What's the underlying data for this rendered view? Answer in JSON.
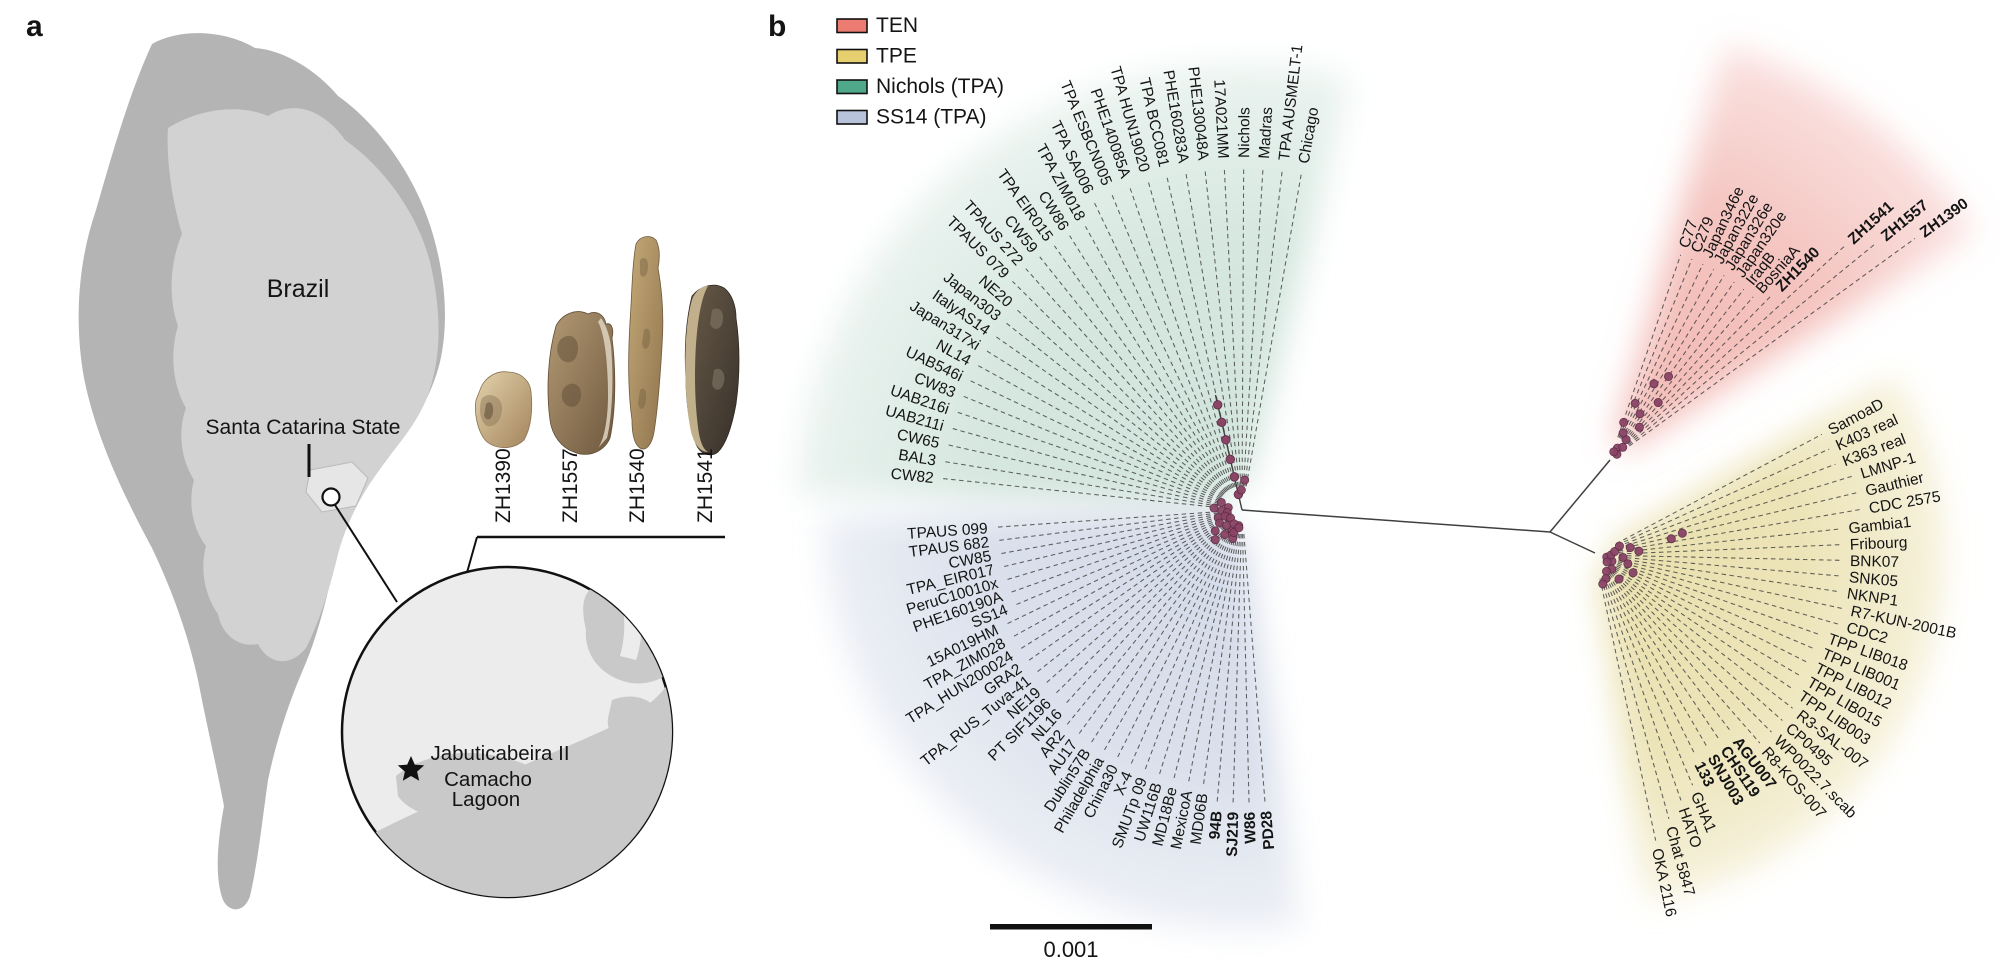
{
  "panels": {
    "a": {
      "letter": "a"
    },
    "b": {
      "letter": "b"
    }
  },
  "map": {
    "country": "Brazil",
    "state": "Santa Catarina State",
    "site": "Jabuticabeira II",
    "lagoon": [
      "Camacho",
      "Lagoon"
    ]
  },
  "samples": [
    {
      "id": "ZH1390"
    },
    {
      "id": "ZH1557"
    },
    {
      "id": "ZH1540"
    },
    {
      "id": "ZH1541"
    }
  ],
  "legend": [
    {
      "label": "TEN",
      "color": "#ec7b71",
      "clade": "ten"
    },
    {
      "label": "TPE",
      "color": "#e6cf6e",
      "clade": "tpe"
    },
    {
      "label": "Nichols (TPA)",
      "color": "#4fa88a",
      "clade": "nichols"
    },
    {
      "label": "SS14 (TPA)",
      "color": "#b6c3db",
      "clade": "ss14"
    }
  ],
  "scale_bar_label": "0.001",
  "tree": {
    "node_dot_color": "#8a4466",
    "clades": [
      {
        "id": "nichols",
        "name": "Nichols (TPA)",
        "wedge_color": "#cfe3da",
        "tips": [
          {
            "label": "CW82"
          },
          {
            "label": "BAL3"
          },
          {
            "label": "CW65"
          },
          {
            "label": "UAB211i"
          },
          {
            "label": "UAB216i"
          },
          {
            "label": "CW83"
          },
          {
            "label": "UAB546i"
          },
          {
            "label": "NL14"
          },
          {
            "label": "Japan317xi"
          },
          {
            "label": "ItalyAS14"
          },
          {
            "label": "Japan303"
          },
          {
            "label": "NE20"
          },
          {
            "label": "TPAUS 079"
          },
          {
            "label": "TPAUS 272"
          },
          {
            "label": "CW59"
          },
          {
            "label": "TPA EIR015"
          },
          {
            "label": "CW86"
          },
          {
            "label": "TPA ZIM018"
          },
          {
            "label": "TPA SA006"
          },
          {
            "label": "TPA ESBCN005"
          },
          {
            "label": "PHE140085A"
          },
          {
            "label": "TPA HUN19020"
          },
          {
            "label": "TPA BCC081"
          },
          {
            "label": "PHE160283A"
          },
          {
            "label": "PHE130048A"
          },
          {
            "label": "17A021MM"
          },
          {
            "label": "Nichols"
          },
          {
            "label": "Madras"
          },
          {
            "label": "TPA AUSMELT-1"
          },
          {
            "label": "Chicago"
          }
        ]
      },
      {
        "id": "ss14",
        "name": "SS14 (TPA)",
        "wedge_color": "#d3dae8",
        "tips": [
          {
            "label": "TPAUS 099"
          },
          {
            "label": "TPAUS 682"
          },
          {
            "label": "CW85"
          },
          {
            "label": "TPA_EIR017"
          },
          {
            "label": "PeruC10010x"
          },
          {
            "label": "PHE160190A"
          },
          {
            "label": "SS14"
          },
          {
            "label": "15A019HM"
          },
          {
            "label": "TPA_ZIM028"
          },
          {
            "label": "TPA_HUN200024"
          },
          {
            "label": "GRA2"
          },
          {
            "label": "TPA_RUS_Tuva-41"
          },
          {
            "label": "NE19"
          },
          {
            "label": "PT SIF1196"
          },
          {
            "label": "NL16"
          },
          {
            "label": "AR2"
          },
          {
            "label": "AU17"
          },
          {
            "label": "Dublin57B"
          },
          {
            "label": "Philadelphia"
          },
          {
            "label": "China30"
          },
          {
            "label": "X-4"
          },
          {
            "label": "SMUTp 09"
          },
          {
            "label": "UW116B"
          },
          {
            "label": "MD18Be"
          },
          {
            "label": "MexicoA"
          },
          {
            "label": "MD06B"
          },
          {
            "label": "94B",
            "bold": true
          },
          {
            "label": "SJ219",
            "bold": true
          },
          {
            "label": "W86",
            "bold": true
          },
          {
            "label": "PD28",
            "bold": true
          }
        ]
      },
      {
        "id": "ten",
        "name": "TEN",
        "wedge_color": "#f2b8b3",
        "tips": [
          {
            "label": "C77"
          },
          {
            "label": "C279"
          },
          {
            "label": "Japan346e"
          },
          {
            "label": "Japan322e"
          },
          {
            "label": "Japan326e"
          },
          {
            "label": "Japan320e"
          },
          {
            "label": "IraqB"
          },
          {
            "label": "BosniaA"
          },
          {
            "label": "ZH1540",
            "bold": true
          },
          {
            "label": "ZH1541",
            "bold": true
          },
          {
            "label": "ZH1557",
            "bold": true
          },
          {
            "label": "ZH1390",
            "bold": true
          }
        ]
      },
      {
        "id": "tpe",
        "name": "TPE",
        "wedge_color": "#e9dfab",
        "tips": [
          {
            "label": "SamoaD"
          },
          {
            "label": "K403 real"
          },
          {
            "label": "K363 real"
          },
          {
            "label": "LMNP-1"
          },
          {
            "label": "Gauthier"
          },
          {
            "label": "CDC 2575"
          },
          {
            "label": "Gambia1"
          },
          {
            "label": "Fribourg"
          },
          {
            "label": "BNK07"
          },
          {
            "label": "SNK05"
          },
          {
            "label": "NKNP1"
          },
          {
            "label": "R7-KUN-2001B"
          },
          {
            "label": "CDC2"
          },
          {
            "label": "TPP LIB018"
          },
          {
            "label": "TPP LIB001"
          },
          {
            "label": "TPP LIB012"
          },
          {
            "label": "TPP LIB015"
          },
          {
            "label": "TPP LIB003"
          },
          {
            "label": "R3-SAL-007"
          },
          {
            "label": "CP0495"
          },
          {
            "label": "WP0022.7.scab"
          },
          {
            "label": "R8-KOS-007"
          },
          {
            "label": "AGU007",
            "bold": true
          },
          {
            "label": "CHS119",
            "bold": true
          },
          {
            "label": "SNJ003",
            "bold": true
          },
          {
            "label": "133",
            "bold": true
          },
          {
            "label": "GHA1"
          },
          {
            "label": "HATO"
          },
          {
            "label": "Chat 5847"
          },
          {
            "label": "OKA 2116"
          }
        ]
      }
    ]
  },
  "chart_data": {
    "type": "unrooted_phylogenetic_tree",
    "title": "",
    "scale_bar": 0.001,
    "legend_position": "top-left",
    "groups": [
      {
        "name": "TEN",
        "tip_count": 12
      },
      {
        "name": "TPE",
        "tip_count": 30
      },
      {
        "name": "Nichols (TPA)",
        "tip_count": 30
      },
      {
        "name": "SS14 (TPA)",
        "tip_count": 30
      }
    ],
    "highlighted_ancient_samples": [
      "ZH1390",
      "ZH1557",
      "ZH1540",
      "ZH1541",
      "94B",
      "SJ219",
      "W86",
      "PD28",
      "AGU007",
      "CHS119",
      "SNJ003",
      "133"
    ]
  }
}
